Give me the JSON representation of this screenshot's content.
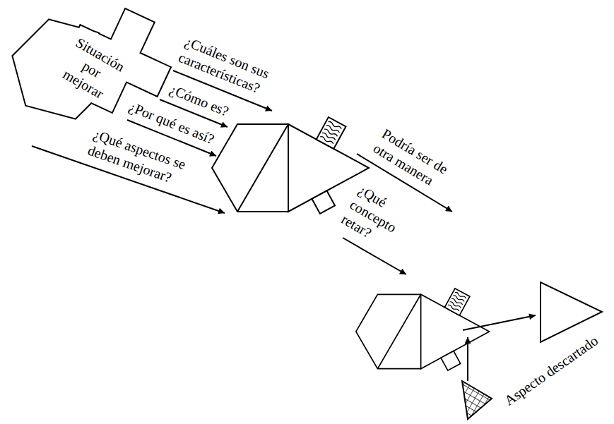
{
  "diagram": {
    "nodes": [
      {
        "text": [
          "Situación por mejorar"
        ]
      }
    ],
    "labels": [
      "¿Cuáles son sus características?",
      "¿Cómo es?",
      "¿Por qué es así?",
      "¿Qué aspectos se deben mejorar?",
      "Podría ser de otra manera",
      "¿Qué concepto retar?",
      "Aspecto descartado"
    ]
  }
}
